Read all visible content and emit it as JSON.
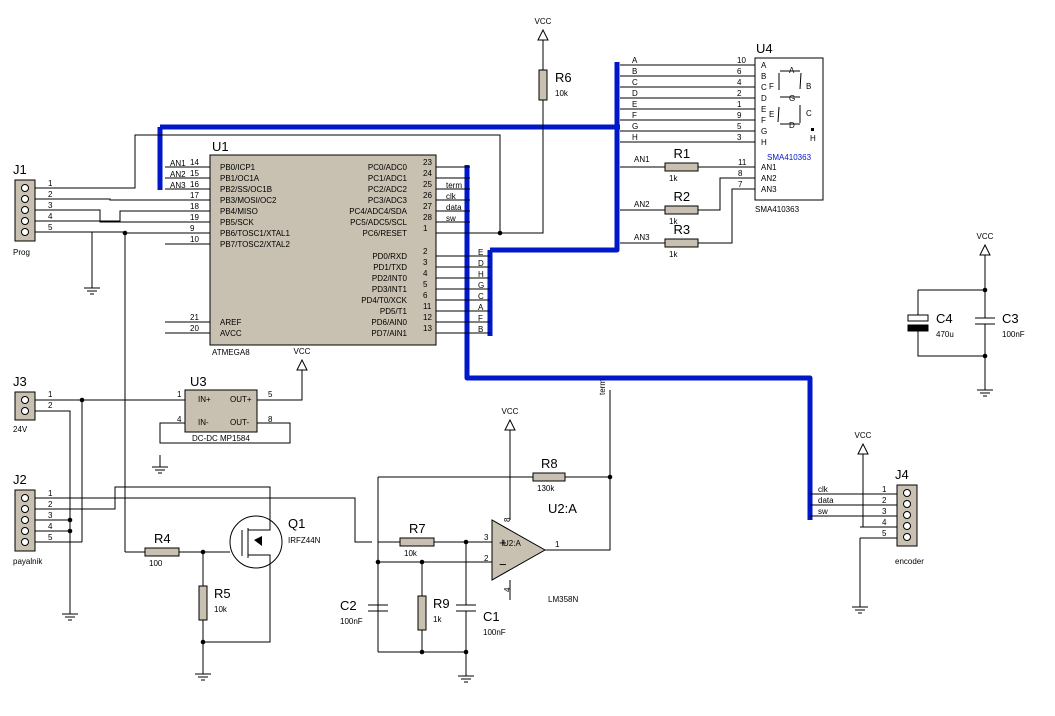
{
  "components": {
    "u1": {
      "ref": "U1",
      "part": "ATMEGA8",
      "left_pins": [
        {
          "num": "14",
          "name": "PB0/ICP1",
          "net": "AN1"
        },
        {
          "num": "15",
          "name": "PB1/OC1A",
          "net": "AN2"
        },
        {
          "num": "16",
          "name": "PB2/SS/OC1B",
          "net": "AN3"
        },
        {
          "num": "17",
          "name": "PB3/MOSI/OC2",
          "net": ""
        },
        {
          "num": "18",
          "name": "PB4/MISO",
          "net": ""
        },
        {
          "num": "19",
          "name": "PB5/SCK",
          "net": ""
        },
        {
          "num": "9",
          "name": "PB6/TOSC1/XTAL1",
          "net": ""
        },
        {
          "num": "10",
          "name": "PB7/TOSC2/XTAL2",
          "net": ""
        },
        {
          "num": "21",
          "name": "AREF",
          "net": ""
        },
        {
          "num": "20",
          "name": "AVCC",
          "net": ""
        }
      ],
      "right_pins": [
        {
          "num": "23",
          "name": "PC0/ADC0",
          "net": ""
        },
        {
          "num": "24",
          "name": "PC1/ADC1",
          "net": ""
        },
        {
          "num": "25",
          "name": "PC2/ADC2",
          "net": "term"
        },
        {
          "num": "26",
          "name": "PC3/ADC3",
          "net": "clk"
        },
        {
          "num": "27",
          "name": "PC4/ADC4/SDA",
          "net": "data"
        },
        {
          "num": "28",
          "name": "PC5/ADC5/SCL",
          "net": "sw"
        },
        {
          "num": "1",
          "name": "PC6/RESET",
          "net": ""
        },
        {
          "num": "2",
          "name": "PD0/RXD",
          "net": "E"
        },
        {
          "num": "3",
          "name": "PD1/TXD",
          "net": "D"
        },
        {
          "num": "4",
          "name": "PD2/INT0",
          "net": "H"
        },
        {
          "num": "5",
          "name": "PD3/INT1",
          "net": "G"
        },
        {
          "num": "6",
          "name": "PD4/T0/XCK",
          "net": "C"
        },
        {
          "num": "11",
          "name": "PD5/T1",
          "net": "A"
        },
        {
          "num": "12",
          "name": "PD6/AIN0",
          "net": "F"
        },
        {
          "num": "13",
          "name": "PD7/AIN1",
          "net": "B"
        }
      ]
    },
    "u4": {
      "ref": "U4",
      "part": "SMA410363",
      "part_inner": "SMA410363",
      "seg_pins": [
        {
          "net": "A",
          "num": "10",
          "name": "A"
        },
        {
          "net": "B",
          "num": "6",
          "name": "B"
        },
        {
          "net": "C",
          "num": "4",
          "name": "C"
        },
        {
          "net": "D",
          "num": "2",
          "name": "D"
        },
        {
          "net": "E",
          "num": "1",
          "name": "E"
        },
        {
          "net": "F",
          "num": "9",
          "name": "F"
        },
        {
          "net": "G",
          "num": "5",
          "name": "G"
        },
        {
          "net": "H",
          "num": "3",
          "name": "H"
        }
      ],
      "an_pins": [
        {
          "num": "11",
          "name": "AN1"
        },
        {
          "num": "8",
          "name": "AN2"
        },
        {
          "num": "7",
          "name": "AN3"
        }
      ],
      "digit_letters": {
        "a": "A",
        "b": "B",
        "c": "C",
        "d": "D",
        "e": "E",
        "f": "F",
        "g": "G",
        "h": "H"
      }
    },
    "r1": {
      "ref": "R1",
      "value": "1k",
      "net": "AN1"
    },
    "r2": {
      "ref": "R2",
      "value": "1k",
      "net": "AN2"
    },
    "r3": {
      "ref": "R3",
      "value": "1k",
      "net": "AN3"
    },
    "r4": {
      "ref": "R4",
      "value": "100"
    },
    "r5": {
      "ref": "R5",
      "value": "10k"
    },
    "r6": {
      "ref": "R6",
      "value": "10k"
    },
    "r7": {
      "ref": "R7",
      "value": "10k"
    },
    "r8": {
      "ref": "R8",
      "value": "130k"
    },
    "r9": {
      "ref": "R9",
      "value": "1k"
    },
    "c1": {
      "ref": "C1",
      "value": "100nF"
    },
    "c2": {
      "ref": "C2",
      "value": "100nF"
    },
    "c3": {
      "ref": "C3",
      "value": "100nF"
    },
    "c4": {
      "ref": "C4",
      "value": "470u"
    },
    "q1": {
      "ref": "Q1",
      "part": "IRFZ44N"
    },
    "u2": {
      "ref": "U2:A",
      "part": "LM358N",
      "pins": {
        "plus": "3",
        "minus": "2",
        "out": "1",
        "vpos": "8",
        "vneg": "4"
      }
    },
    "u3": {
      "ref": "U3",
      "part": "DC-DC MP1584",
      "pins": [
        {
          "num": "1",
          "name": "IN+"
        },
        {
          "num": "4",
          "name": "IN-"
        },
        {
          "num": "5",
          "name": "OUT+"
        },
        {
          "num": "8",
          "name": "OUT-"
        }
      ]
    },
    "j1": {
      "ref": "J1",
      "label": "Prog",
      "pins": [
        "1",
        "2",
        "3",
        "4",
        "5"
      ]
    },
    "j2": {
      "ref": "J2",
      "label": "payalnik",
      "pins": [
        "1",
        "2",
        "3",
        "4",
        "5"
      ]
    },
    "j3": {
      "ref": "J3",
      "label": "24V",
      "pins": [
        "1",
        "2"
      ]
    },
    "j4": {
      "ref": "J4",
      "label": "encoder",
      "pins": [
        "1",
        "2",
        "3",
        "4",
        "5"
      ],
      "nets": [
        "clk",
        "data",
        "sw"
      ]
    }
  },
  "power": {
    "vcc": "VCC"
  },
  "nets": {
    "term": "term",
    "clk": "clk",
    "data": "data",
    "sw": "sw",
    "an1": "AN1",
    "an2": "AN2",
    "an3": "AN3"
  }
}
